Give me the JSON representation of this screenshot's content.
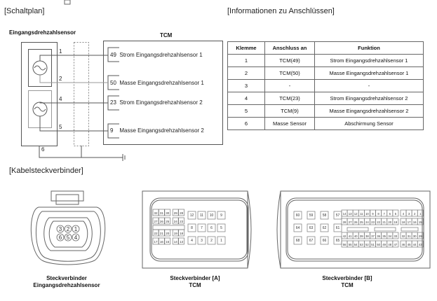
{
  "sections": {
    "schematic": "[Schaltplan]",
    "pin_info": "[Informationen zu Anschlüssen]",
    "connectors": "[Kabelsteckverbinder]"
  },
  "schematic": {
    "sensor_title": "Eingangsdrehzahlsensor",
    "tcm_title": "TCM",
    "sensor_pins": [
      "1",
      "2",
      "4",
      "5",
      "6"
    ],
    "tcm_pins": [
      {
        "num": "49",
        "label": "Strom Eingangsdrehzahlsensor 1"
      },
      {
        "num": "50",
        "label": "Masse Eingangsdrehzahlsensor 1"
      },
      {
        "num": "23",
        "label": "Strom Eingangsdrehzahlsensor 2"
      },
      {
        "num": "9",
        "label": "Masse Eingangsdrehzahlsensor 2"
      }
    ]
  },
  "pin_table": {
    "headers": [
      "Klemme",
      "Anschluss an",
      "Funktion"
    ],
    "rows": [
      [
        "1",
        "TCM(49)",
        "Strom Eingangsdrehzahlsensor 1"
      ],
      [
        "2",
        "TCM(50)",
        "Masse Eingangsdrehzahlsensor 1"
      ],
      [
        "3",
        "-",
        "-"
      ],
      [
        "4",
        "TCM(23)",
        "Strom Eingangsdrehzahlsensor 2"
      ],
      [
        "5",
        "TCM(9)",
        "Masse Eingangsdrehzahlsensor 2"
      ],
      [
        "6",
        "Masse Sensor",
        "Abschirmung Sensor"
      ]
    ]
  },
  "connectors": {
    "sensor": {
      "line1": "Steckverbinder",
      "line2": "Eingangsdrehzahlsensor",
      "pins_top": [
        "3",
        "2",
        "1"
      ],
      "pins_bottom": [
        "6",
        "5",
        "4"
      ]
    },
    "a": {
      "line1": "Steckverbinder [A]",
      "line2": "TCM",
      "small_rows": [
        [
          "32",
          "31",
          "30",
          "29",
          "28"
        ],
        [
          "27",
          "26",
          "25",
          "24",
          "23"
        ],
        [
          "22",
          "21",
          "20",
          "19",
          "18"
        ],
        [
          "17",
          "16",
          "15",
          "14",
          "13"
        ]
      ],
      "large_rows": [
        [
          "12",
          "11",
          "10",
          "9"
        ],
        [
          "8",
          "7",
          "6",
          "5"
        ],
        [
          "4",
          "3",
          "2",
          "1"
        ]
      ]
    },
    "b": {
      "line1": "Steckverbinder [B]",
      "line2": "TCM",
      "large_rows": [
        [
          "60",
          "59",
          "58",
          "57"
        ],
        [
          "64",
          "63",
          "62",
          "61"
        ],
        [
          "68",
          "67",
          "66",
          "65"
        ]
      ],
      "small_rows": [
        [
          "14",
          "13",
          "12",
          "11",
          "10",
          "9",
          "8",
          "7",
          "6",
          "5",
          "4",
          "3",
          "2",
          "1"
        ],
        [
          "28",
          "27",
          "26",
          "25",
          "24",
          "23",
          "22",
          "21",
          "20",
          "19",
          "18",
          "17",
          "16",
          "15"
        ],
        [
          "42",
          "41",
          "40",
          "39",
          "38",
          "37",
          "36",
          "35",
          "34",
          "33",
          "32",
          "31",
          "30",
          "29"
        ],
        [
          "56",
          "55",
          "54",
          "53",
          "52",
          "51",
          "50",
          "49",
          "48",
          "47",
          "46",
          "45",
          "44",
          "43"
        ]
      ]
    }
  }
}
